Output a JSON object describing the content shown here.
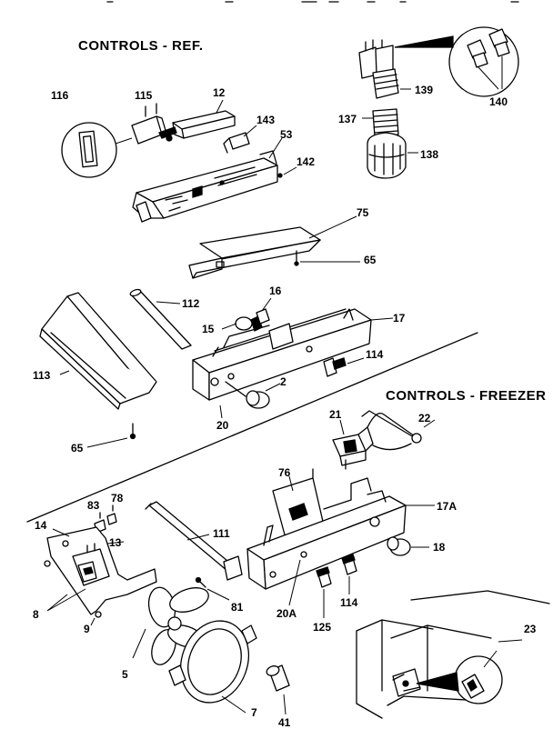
{
  "sections": {
    "ref_title": "CONTROLS - REF.",
    "freezer_title": "CONTROLS - FREEZER"
  },
  "callouts": {
    "p116": "116",
    "p115": "115",
    "p12": "12",
    "p143": "143",
    "p53": "53",
    "p142": "142",
    "p139": "139",
    "p140": "140",
    "p137": "137",
    "p138": "138",
    "p75": "75",
    "p65a": "65",
    "p112": "112",
    "p16": "16",
    "p15": "15",
    "p17": "17",
    "p113": "113",
    "p114a": "114",
    "p2": "2",
    "p20": "20",
    "p65b": "65",
    "p21": "21",
    "p22": "22",
    "p76": "76",
    "p17A": "17A",
    "p18": "18",
    "p83": "83",
    "p78": "78",
    "p14": "14",
    "p13": "13",
    "p111": "111",
    "p8": "8",
    "p9": "9",
    "p5": "5",
    "p81": "81",
    "p20A": "20A",
    "p125": "125",
    "p114b": "114",
    "p7": "7",
    "p41": "41",
    "p23": "23"
  }
}
